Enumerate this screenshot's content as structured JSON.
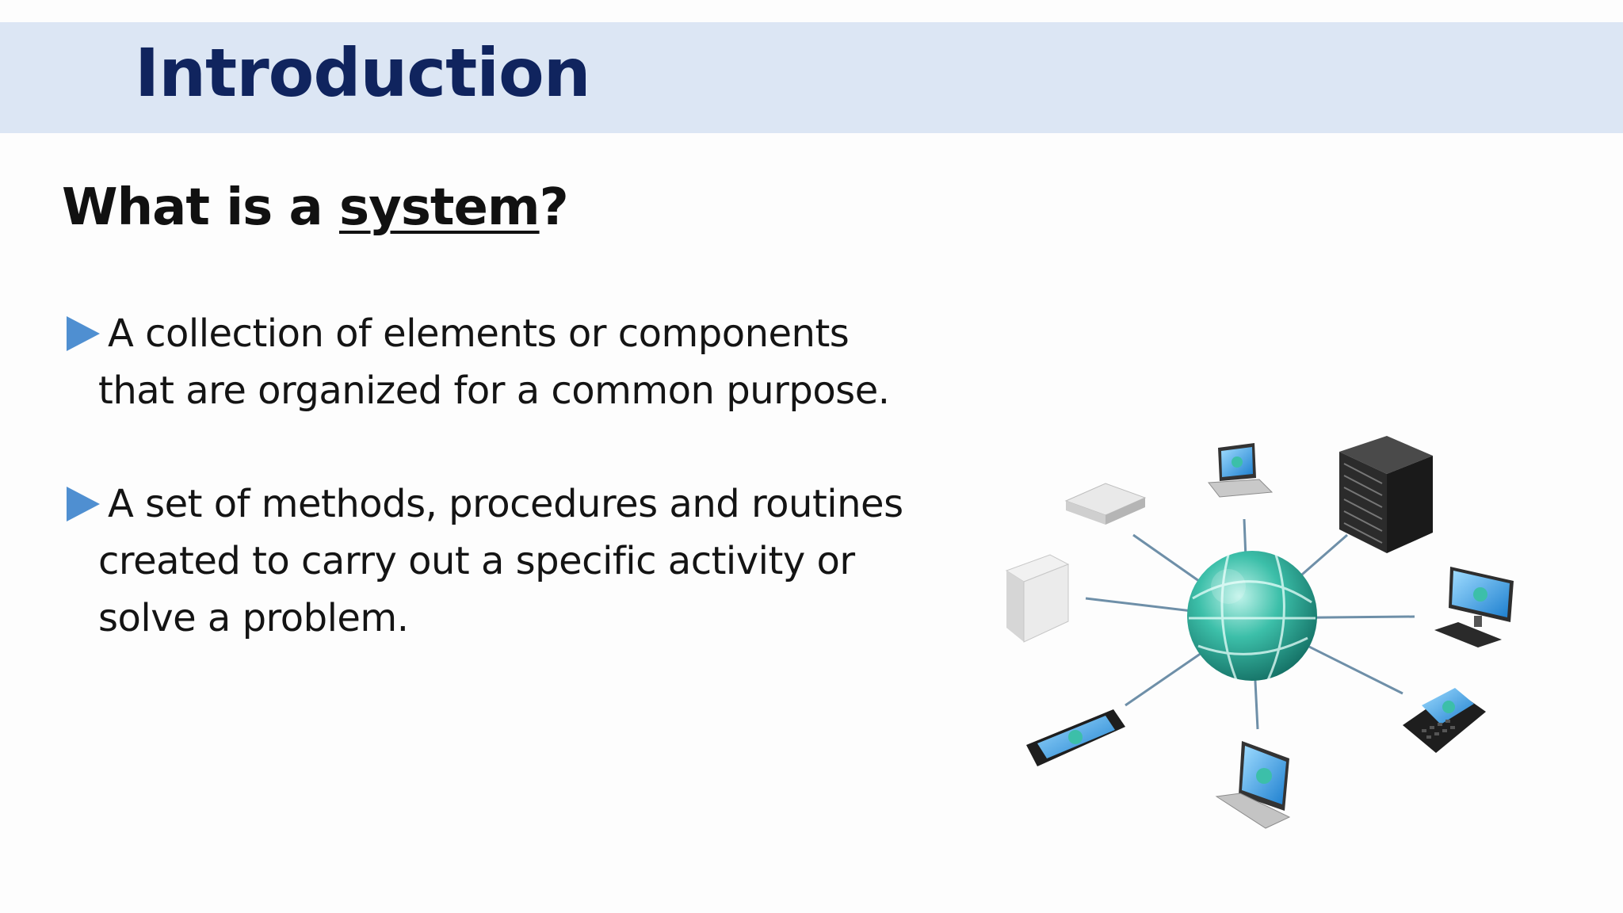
{
  "slide": {
    "title": "Introduction",
    "question": {
      "prefix": "What is a ",
      "keyword": "system",
      "suffix": "?"
    },
    "bullets": [
      {
        "line1": "A collection of elements or components",
        "rest": "that are organized for a common purpose."
      },
      {
        "line1": "A set of methods, procedures and routines",
        "rest": "created to carry out a specific activity or solve a problem."
      }
    ]
  },
  "colors": {
    "title_bar": "#dce6f4",
    "title_text": "#10245e",
    "bullet_arrow": "#4f8fd1",
    "globe": "#2fb3a1"
  },
  "illustration": {
    "hub": "globe-icon",
    "devices": [
      "laptop-icon",
      "server-rack-icon",
      "desktop-monitor-icon",
      "smartphone-icon",
      "laptop-icon",
      "mobile-phone-icon",
      "server-box-icon",
      "router-icon"
    ]
  }
}
